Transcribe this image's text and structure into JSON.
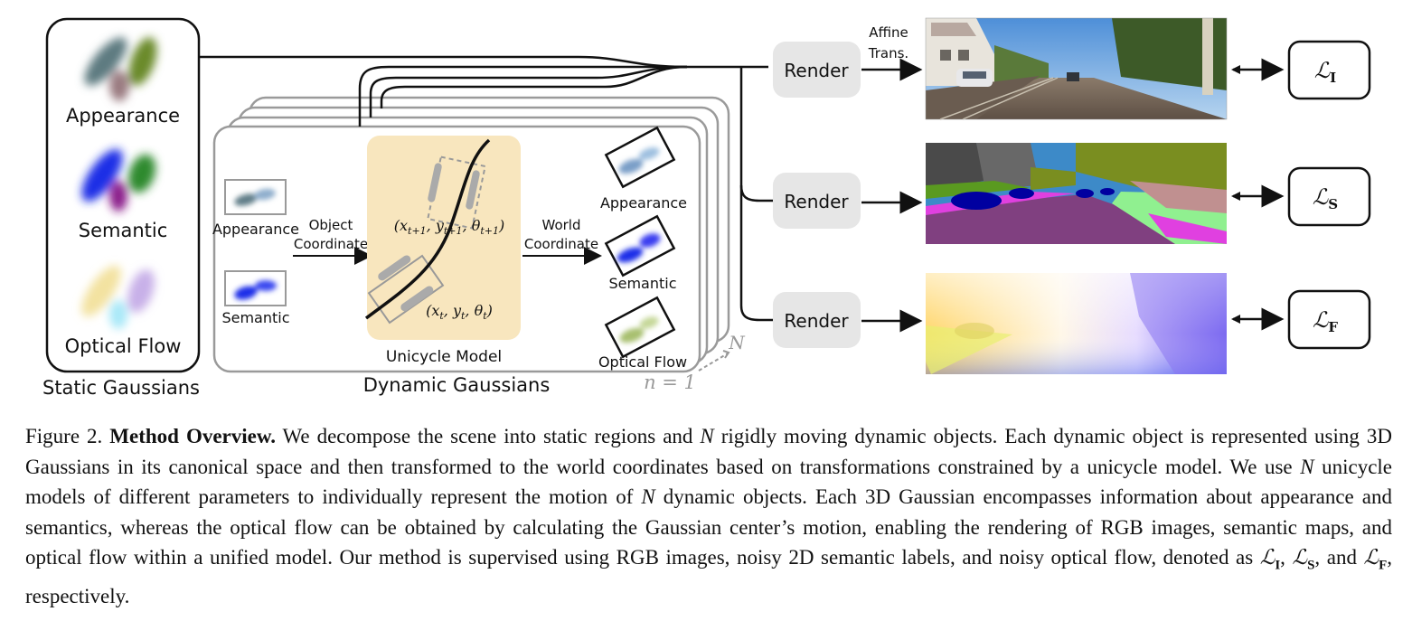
{
  "figure": {
    "static_panel": {
      "title": "Static Gaussians",
      "items": [
        "Appearance",
        "Semantic",
        "Optical Flow"
      ]
    },
    "dynamic_panel": {
      "title": "Dynamic Gaussians",
      "left_items": [
        "Appearance",
        "Semantic"
      ],
      "object_coord": [
        "Object",
        "Coordinate"
      ],
      "world_coord": [
        "World",
        "Coordinate"
      ],
      "unicycle_label": "Unicycle Model",
      "pose_t1": "(x_{t+1}, y_{t+1}, θ_{t+1})",
      "pose_t": "(x_t, y_t, θ_t)",
      "right_items": [
        "Appearance",
        "Semantic",
        "Optical Flow"
      ],
      "stack_top": "N",
      "stack_bottom": "n = 1"
    },
    "affine_label": [
      "Affine",
      "Trans."
    ],
    "render_label": "Render",
    "losses": [
      "ℒ_I",
      "ℒ_S",
      "ℒ_F"
    ],
    "colors": {
      "appearance": [
        "#5d7a80",
        "#6b8a2a",
        "#9a7a80"
      ],
      "semantic": [
        "#1a2ee6",
        "#2e8a2e",
        "#8a1a8a"
      ],
      "flow": [
        "#f3e2a0",
        "#c8b0e8",
        "#a8e8f8"
      ],
      "unicycle_bg": "#f8e6be",
      "render_bg": "#e6e6e6"
    }
  },
  "caption": {
    "label": "Figure 2.",
    "title": "Method Overview.",
    "text_1": " We decompose the scene into static regions and ",
    "n1": "N",
    "text_2": " rigidly moving dynamic objects. Each dynamic object is represented using 3D Gaussians in its canonical space and then transformed to the world coordinates based on transformations constrained by a unicycle model. We use ",
    "n2": "N",
    "text_3": " unicycle models of different parameters to individually represent the motion of ",
    "n3": "N",
    "text_4": " dynamic objects. Each 3D Gaussian encompasses information about appearance and semantics, whereas the optical flow can be obtained by calculating the Gaussian center’s motion, enabling the rendering of RGB images, semantic maps, and optical flow within a unified model. Our method is supervised using RGB images, noisy 2D semantic labels, and noisy optical flow, denoted as ",
    "loss_i": "ℒI",
    "sep_1": ", ",
    "loss_s": "ℒS",
    "sep_2": ", and ",
    "loss_f": "ℒF",
    "text_5": ", respectively."
  }
}
